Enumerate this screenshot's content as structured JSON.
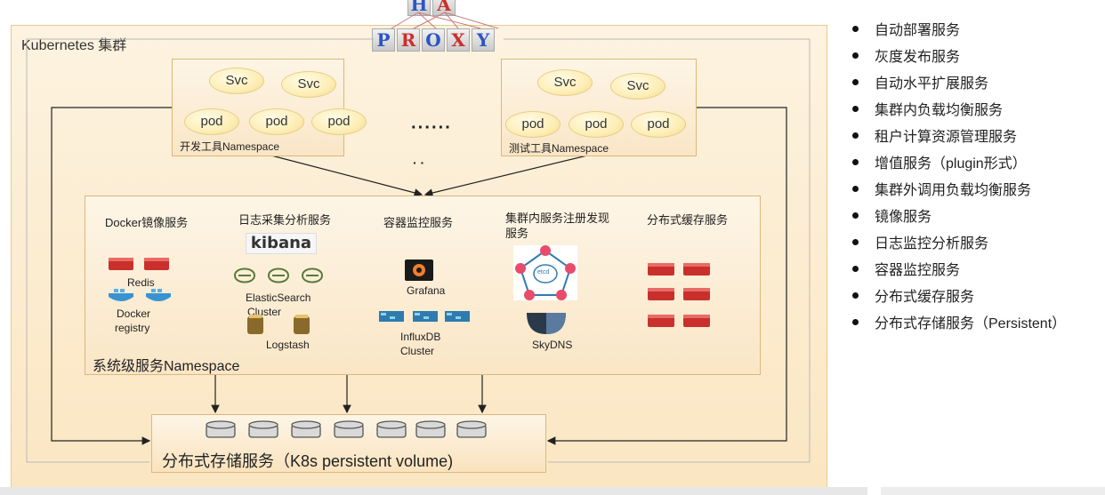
{
  "cluster_label": "Kubernetes 集群",
  "haproxy": {
    "top": [
      "H",
      "A"
    ],
    "bottom": [
      "P",
      "R",
      "O",
      "X",
      "Y"
    ]
  },
  "dev_ns": {
    "svc": [
      "Svc",
      "Svc"
    ],
    "pods": [
      "pod",
      "pod",
      "pod"
    ],
    "label": "开发工具Namespace"
  },
  "test_ns": {
    "svc": [
      "Svc",
      "Svc"
    ],
    "pods": [
      "pod",
      "pod",
      "pod"
    ],
    "label": "测试工具Namespace"
  },
  "ellipsis": "······",
  "ellipsis2": "· ·",
  "system_ns": {
    "label": "系统级服务Namespace",
    "services": {
      "docker": "Docker镜像服务",
      "log": "日志采集分析服务",
      "monitor": "容器监控服务",
      "discovery": "集群内服务注册发现服务",
      "cache": "分布式缓存服务"
    },
    "components": {
      "redis": "Redis",
      "docker_registry_1": "Docker",
      "docker_registry_2": "registry",
      "kibana": "kibana",
      "es_1": "ElasticSearch",
      "es_2": "Cluster",
      "logstash": "Logstash",
      "grafana": "Grafana",
      "influx_1": "InfluxDB",
      "influx_2": "Cluster",
      "etcd": "etcd",
      "skydns": "SkyDNS"
    }
  },
  "storage_label": "分布式存储服务（K8s persistent volume)",
  "bullets": [
    "自动部署服务",
    "灰度发布服务",
    "自动水平扩展服务",
    "集群内负载均衡服务",
    "租户计算资源管理服务",
    "增值服务（plugin形式）",
    "集群外调用负载均衡服务",
    "镜像服务",
    "日志监控分析服务",
    "容器监控服务",
    "分布式缓存服务",
    "分布式存储服务（Persistent）"
  ],
  "colors": {
    "accent_blue": "#2b55c5",
    "accent_red": "#c9302c",
    "redis_red": "#c9302c",
    "docker_blue": "#3a93d1"
  }
}
